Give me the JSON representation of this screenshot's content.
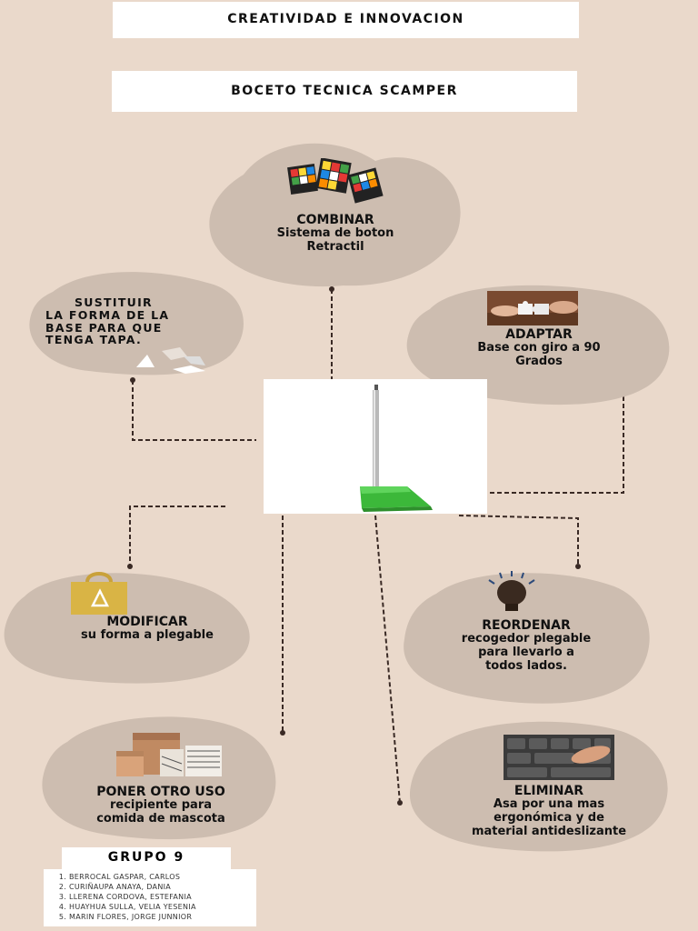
{
  "header": {
    "title": "CREATIVIDAD E INNOVACION",
    "subtitle": "BOCETO TECNICA SCAMPER"
  },
  "nodes": {
    "combinar": {
      "heading": "COMBINAR",
      "line1": "Sistema de boton",
      "line2": "Retractil",
      "icon": "rubiks-cube-icon"
    },
    "sustituir": {
      "line1": "SUSTITUIR",
      "line2": "LA FORMA DE LA",
      "line3": "BASE PARA QUE",
      "line4": "TENGA TAPA.",
      "icon": "recycle-icon"
    },
    "adaptar": {
      "heading": "ADAPTAR",
      "line1": "Base con giro a 90",
      "line2": "Grados",
      "icon": "puzzle-hands-icon"
    },
    "modificar": {
      "heading": "MODIFICAR",
      "line1": "su forma a plegable",
      "icon": "recycle-bag-icon"
    },
    "reordenar": {
      "heading": "REORDENAR",
      "line1": "recogedor plegable",
      "line2": "para llevarlo a",
      "line3": "todos lados.",
      "icon": "lightbulb-icon"
    },
    "poner_otro_uso": {
      "heading": "PONER OTRO USO",
      "line1": "recipiente para",
      "line2": "comida de mascota",
      "icon": "boxes-icon"
    },
    "eliminar": {
      "heading": "ELIMINAR",
      "line1": "Asa por una mas",
      "line2": "ergonómica y de",
      "line3": "material antideslizante",
      "icon": "keyboard-icon"
    }
  },
  "center": {
    "icon": "dustpan-icon",
    "accent": "#3cb83a"
  },
  "group": {
    "title": "GRUPO 9",
    "members": [
      "BERROCAL GASPAR, CARLOS",
      "CURIÑAUPA ANAYA, DANIA",
      "LLERENA CORDOVA, ESTEFANIA",
      "HUAYHUA SULLA, VELIA YESENIA",
      "MARIN FLORES, JORGE JUNNIOR"
    ]
  },
  "colors": {
    "background": "#ead9cb",
    "blob": "#cdbdb0",
    "ink": "#111111"
  }
}
